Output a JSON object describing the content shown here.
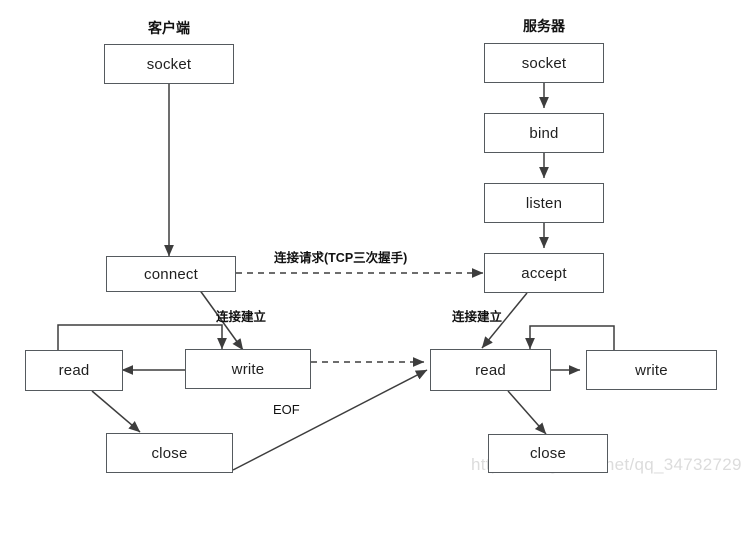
{
  "diagram": {
    "title_client": "客户端",
    "title_server": "服务器",
    "watermark": "https://blog.csdn.net/qq_34732729",
    "colors": {
      "background": "#ffffff",
      "box_border": "#555a5e",
      "line": "#3d3d3d",
      "text": "#1f1f1f",
      "watermark": "#dcdcdc"
    },
    "client_nodes": [
      {
        "id": "client-socket",
        "label": "socket"
      },
      {
        "id": "client-connect",
        "label": "connect"
      },
      {
        "id": "client-read",
        "label": "read"
      },
      {
        "id": "client-write",
        "label": "write"
      },
      {
        "id": "client-close",
        "label": "close"
      }
    ],
    "server_nodes": [
      {
        "id": "server-socket",
        "label": "socket"
      },
      {
        "id": "server-bind",
        "label": "bind"
      },
      {
        "id": "server-listen",
        "label": "listen"
      },
      {
        "id": "server-accept",
        "label": "accept"
      },
      {
        "id": "server-read",
        "label": "read"
      },
      {
        "id": "server-write",
        "label": "write"
      },
      {
        "id": "server-close",
        "label": "close"
      }
    ],
    "edge_labels": {
      "handshake": "连接请求(TCP三次握手)",
      "established_client": "连接建立",
      "established_server": "连接建立",
      "eof": "EOF"
    }
  }
}
